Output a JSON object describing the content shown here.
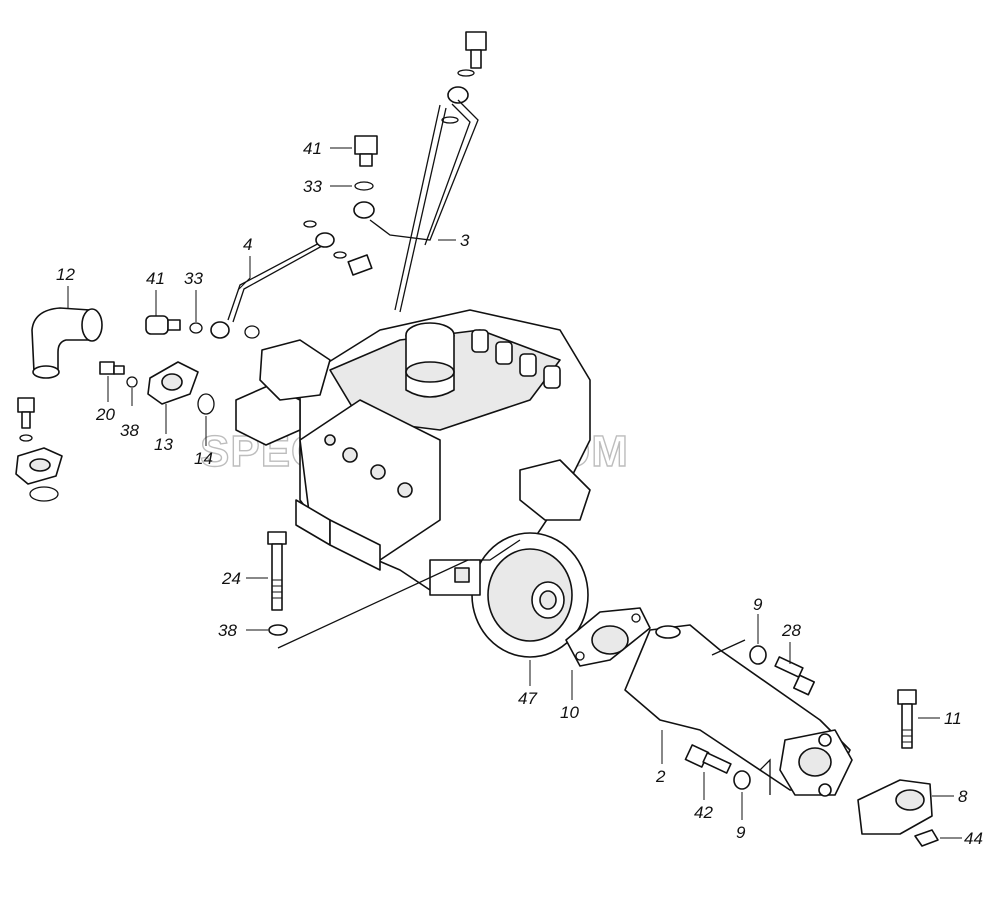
{
  "watermark": "SPECSERVER.COM",
  "callouts": [
    {
      "id": "c41a",
      "text": "41"
    },
    {
      "id": "c33a",
      "text": "33"
    },
    {
      "id": "c3",
      "text": "3"
    },
    {
      "id": "c4",
      "text": "4"
    },
    {
      "id": "c12",
      "text": "12"
    },
    {
      "id": "c41b",
      "text": "41"
    },
    {
      "id": "c33b",
      "text": "33"
    },
    {
      "id": "c20",
      "text": "20"
    },
    {
      "id": "c38a",
      "text": "38"
    },
    {
      "id": "c13",
      "text": "13"
    },
    {
      "id": "c14",
      "text": "14"
    },
    {
      "id": "c24",
      "text": "24"
    },
    {
      "id": "c38b",
      "text": "38"
    },
    {
      "id": "c47",
      "text": "47"
    },
    {
      "id": "c10",
      "text": "10"
    },
    {
      "id": "c9a",
      "text": "9"
    },
    {
      "id": "c28",
      "text": "28"
    },
    {
      "id": "c2",
      "text": "2"
    },
    {
      "id": "c42",
      "text": "42"
    },
    {
      "id": "c9b",
      "text": "9"
    },
    {
      "id": "c11",
      "text": "11"
    },
    {
      "id": "c8",
      "text": "8"
    },
    {
      "id": "c44",
      "text": "44"
    }
  ]
}
